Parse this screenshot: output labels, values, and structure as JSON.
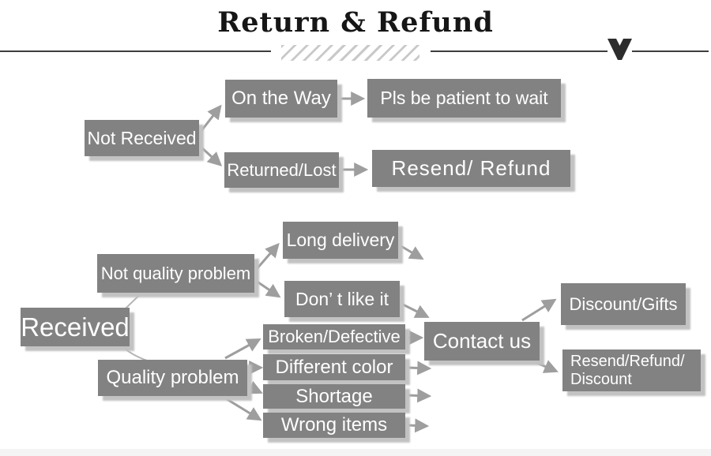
{
  "header": {
    "title": "Return & Refund",
    "divider_icon": "chevron-down-icon"
  },
  "nodes": {
    "not_received": "Not Received",
    "on_the_way": "On the Way",
    "pls_wait": "Pls be patient to wait",
    "returned_lost": "Returned/Lost",
    "resend_refund": "Resend/ Refund",
    "received": "Received",
    "not_quality_problem": "Not quality problem",
    "long_delivery": "Long delivery",
    "dont_like_it": "Don’ t like it",
    "quality_problem": "Quality problem",
    "broken_defective": "Broken/Defective",
    "different_color": "Different color",
    "shortage": "Shortage",
    "wrong_items": "Wrong items",
    "contact_us": "Contact us",
    "discount_gifts": "Discount/Gifts",
    "resend_refund_discount": "Resend/Refund/\nDiscount"
  },
  "colors": {
    "box_fill": "#828282",
    "box_text": "#ffffff",
    "box_shadow": "#c2c2c2",
    "arrow": "#9e9e9e",
    "thin_link": "#b5b5b5",
    "title_text": "#161616",
    "rule": "#3d3d3d",
    "hatch": "#c9c9c9",
    "chevron": "#2d2d2d"
  }
}
